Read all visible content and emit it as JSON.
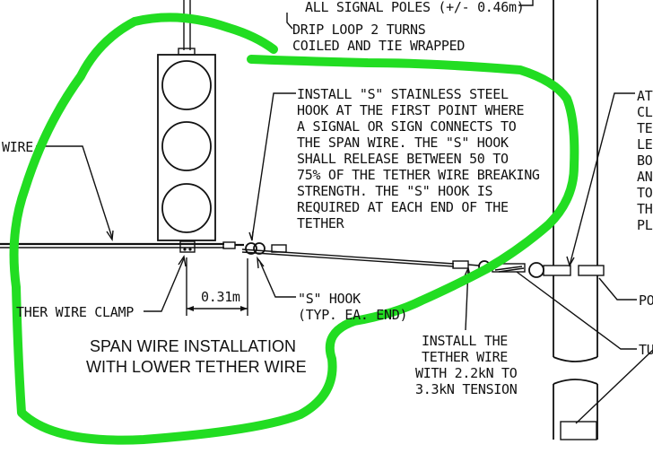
{
  "notes": {
    "top_line": "ALL SIGNAL POLES (+/- 0.46m)",
    "drip_loop": [
      "DRIP LOOP 2 TURNS",
      "COILED AND TIE WRAPPED"
    ],
    "hook_note": [
      "INSTALL \"S\" STAINLESS STEEL",
      "HOOK AT THE FIRST POINT WHERE",
      "A SIGNAL OR SIGN CONNECTS TO",
      "THE SPAN WIRE. THE \"S\" HOOK",
      "SHALL RELEASE BETWEEN 50 TO",
      "75% OF THE TETHER WIRE BREAKING",
      "STRENGTH. THE \"S\" HOOK IS",
      "REQUIRED AT EACH END OF THE",
      "TETHER"
    ],
    "right_note": [
      "AT",
      "CL",
      "TE",
      "LE",
      "BO",
      "AN",
      "TO",
      "TH",
      "PL"
    ],
    "wire": "WIRE",
    "tether_clamp": "THER WIRE CLAMP",
    "dimension": "0.31m",
    "s_hook": [
      "\"S\" HOOK",
      "(TYP. EA. END)"
    ],
    "install_tether": [
      "INSTALL THE",
      "TETHER WIRE",
      "WITH 2.2kN TO",
      "3.3kN TENSION"
    ],
    "right_po": "PO",
    "right_tu": "TU"
  },
  "title": [
    "SPAN WIRE INSTALLATION",
    "WITH LOWER TETHER WIRE"
  ],
  "colors": {
    "ink": "#111111",
    "highlight": "#22dd22",
    "background": "#ffffff"
  }
}
